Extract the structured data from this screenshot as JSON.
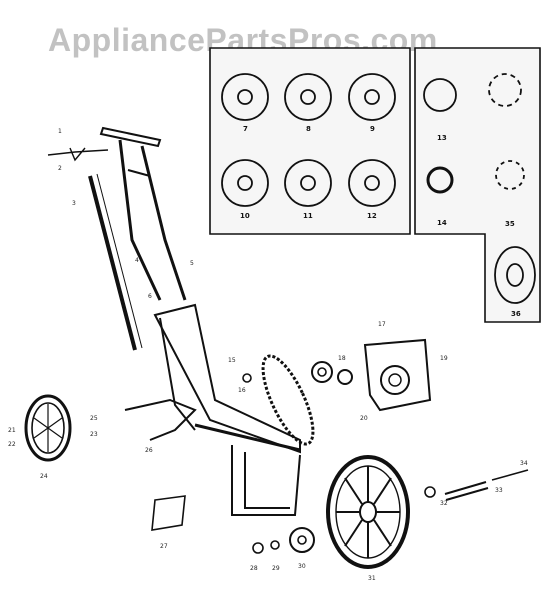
{
  "watermark": "AppliancePartsPros.com",
  "inset": {
    "plates": [
      {
        "number": "7"
      },
      {
        "number": "8"
      },
      {
        "number": "9"
      },
      {
        "number": "10"
      },
      {
        "number": "11"
      },
      {
        "number": "12"
      }
    ],
    "parts": [
      {
        "number": "13"
      },
      {
        "number": "14"
      },
      {
        "number": "35"
      },
      {
        "number": "36"
      }
    ]
  },
  "callouts": [
    "1",
    "2",
    "3",
    "4",
    "5",
    "6",
    "15",
    "16",
    "17",
    "18",
    "19",
    "20",
    "21",
    "22",
    "23",
    "24",
    "25",
    "26",
    "27",
    "28",
    "29",
    "30",
    "31",
    "32",
    "33",
    "34"
  ],
  "colors": {
    "line": "#111111",
    "panel": "#f4f4f4",
    "watermark": "#8a8a8a"
  }
}
